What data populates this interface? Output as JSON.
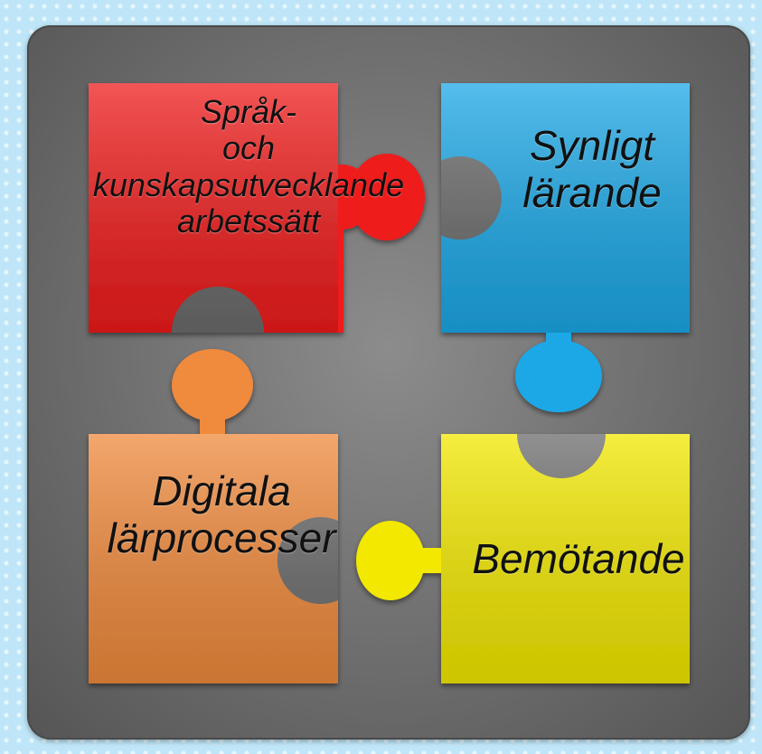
{
  "pieces": {
    "red": {
      "color": "#ef1c1c",
      "lines": [
        "Språk-",
        "och",
        "kunskapsutvecklande",
        "arbetssätt"
      ]
    },
    "blue": {
      "color": "#1ca8e6",
      "lines": [
        "Synligt",
        "lärande"
      ]
    },
    "orange": {
      "color": "#f08a3c",
      "lines": [
        "Digitala",
        "lärprocesser"
      ]
    },
    "yellow": {
      "color": "#f2e800",
      "lines": [
        "Bemötande"
      ]
    }
  },
  "board_color": "#767676"
}
